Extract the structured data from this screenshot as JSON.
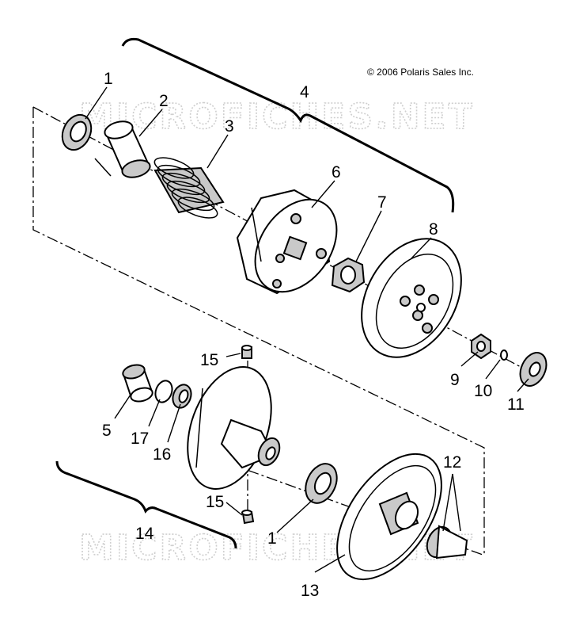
{
  "copyright": "© 2006 Polaris Sales Inc.",
  "watermarks": [
    "MICROFICHES.NET",
    "MICROFICHES.NET"
  ],
  "callouts": [
    {
      "id": "c1a",
      "label": "1"
    },
    {
      "id": "c2",
      "label": "2"
    },
    {
      "id": "c3",
      "label": "3"
    },
    {
      "id": "c4",
      "label": "4"
    },
    {
      "id": "c6",
      "label": "6"
    },
    {
      "id": "c7",
      "label": "7"
    },
    {
      "id": "c8",
      "label": "8"
    },
    {
      "id": "c9",
      "label": "9"
    },
    {
      "id": "c10",
      "label": "10"
    },
    {
      "id": "c11",
      "label": "11"
    },
    {
      "id": "c15a",
      "label": "15"
    },
    {
      "id": "c5",
      "label": "5"
    },
    {
      "id": "c17",
      "label": "17"
    },
    {
      "id": "c16",
      "label": "16"
    },
    {
      "id": "c12",
      "label": "12"
    },
    {
      "id": "c15b",
      "label": "15"
    },
    {
      "id": "c14",
      "label": "14"
    },
    {
      "id": "c1b",
      "label": "1"
    },
    {
      "id": "c13",
      "label": "13"
    }
  ]
}
